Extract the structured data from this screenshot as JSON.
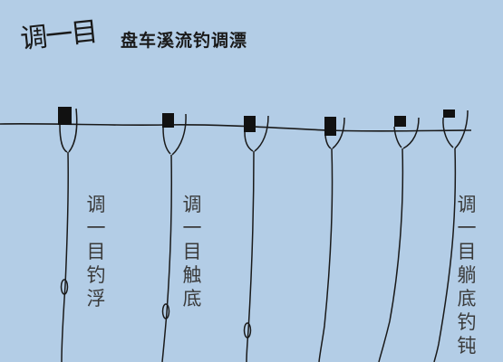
{
  "header": {
    "handwritten_label": "调一目",
    "title": "盘车溪流钓调漂"
  },
  "labels": [
    {
      "text": "调一目钓浮"
    },
    {
      "text": "调一目触底"
    },
    {
      "text": "调一目躺底钓钝"
    }
  ],
  "colors": {
    "background": "#b3cde6",
    "ink": "#1a1a1a"
  }
}
